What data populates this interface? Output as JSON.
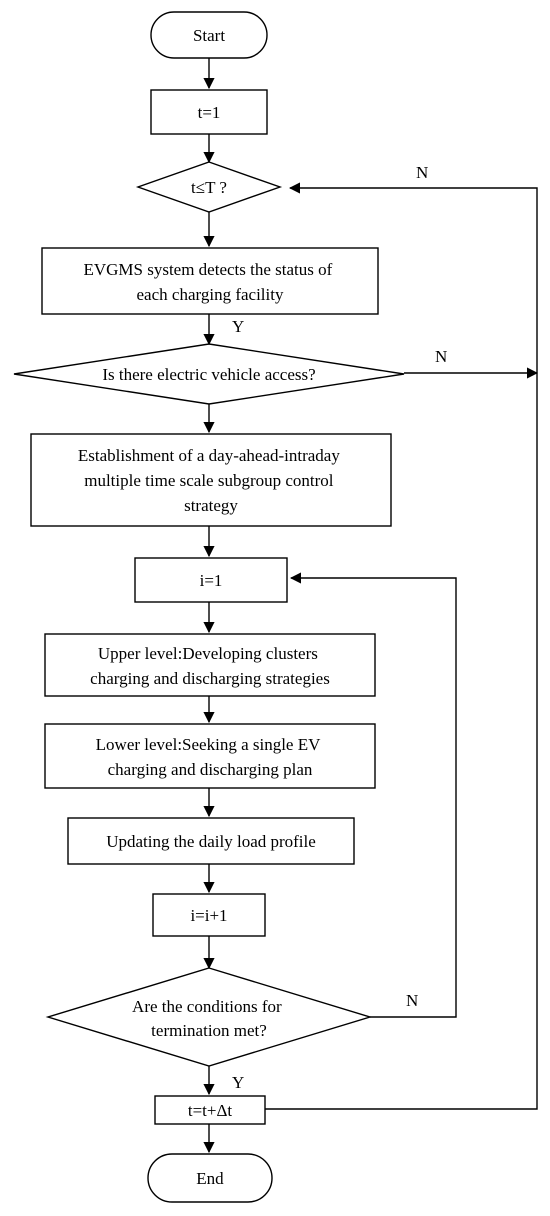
{
  "nodes": {
    "start": {
      "text": [
        "Start"
      ]
    },
    "init_t": {
      "text": [
        "t=1"
      ]
    },
    "check_t": {
      "text": [
        "t≤T ?"
      ]
    },
    "detect": {
      "text": [
        "EVGMS system detects the status of",
        "each charging facility"
      ]
    },
    "ev_access": {
      "text": [
        "Is there electric vehicle access?"
      ]
    },
    "strategy": {
      "text": [
        "Establishment of a day-ahead-intraday",
        "multiple time scale subgroup control",
        "strategy"
      ]
    },
    "init_i": {
      "text": [
        "i=1"
      ]
    },
    "upper": {
      "text": [
        "Upper level:Developing clusters",
        "charging and discharging strategies"
      ]
    },
    "lower": {
      "text": [
        "Lower level:Seeking a single EV",
        "charging and discharging plan"
      ]
    },
    "update": {
      "text": [
        "Updating the daily load profile"
      ]
    },
    "inc_i": {
      "text": [
        "i=i+1"
      ]
    },
    "termination": {
      "text": [
        "Are the conditions for",
        "termination met?"
      ]
    },
    "inc_t": {
      "text": [
        "t=t+Δt"
      ]
    },
    "end": {
      "text": [
        "End"
      ]
    }
  },
  "labels": {
    "yes": "Y",
    "no": "N"
  }
}
